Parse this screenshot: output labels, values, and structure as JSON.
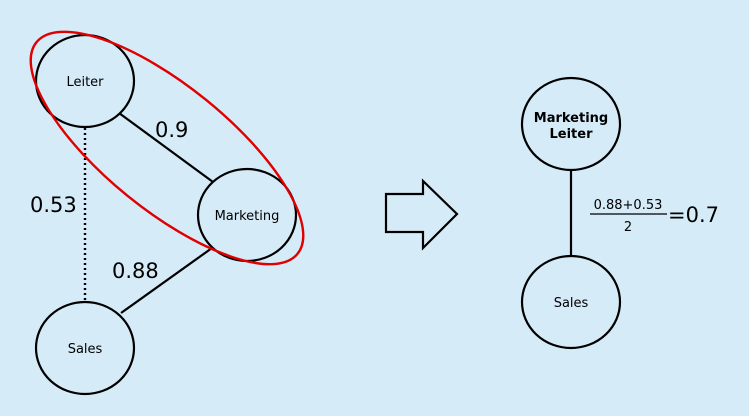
{
  "left_graph": {
    "nodes": {
      "leiter": "Leiter",
      "marketing": "Marketing",
      "sales": "Sales"
    },
    "edges": {
      "leiter_marketing": "0.9",
      "leiter_sales": "0.53",
      "marketing_sales": "0.88"
    }
  },
  "right_graph": {
    "merged_node": {
      "line1": "Marketing",
      "line2": "Leiter"
    },
    "sales_node": "Sales",
    "formula": {
      "numerator": "0.88+0.53",
      "denominator": "2",
      "result": "=0.7"
    }
  },
  "colors": {
    "background": "#d6ebf8",
    "highlight": "#e00000",
    "stroke": "#000000"
  }
}
